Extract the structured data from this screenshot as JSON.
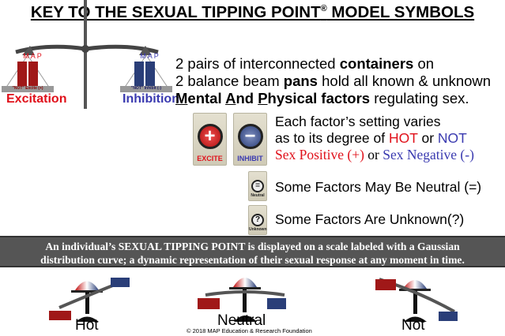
{
  "title": {
    "text": "KEY TO THE SEXUAL TIPPING POINT",
    "reg": "®",
    "rest": " MODEL SYMBOLS"
  },
  "top_scale": {
    "left_pan": {
      "brand": "MAP",
      "caption": "\"NOT\" Excite (+)",
      "label": "Excitation"
    },
    "right_pan": {
      "brand": "MAP",
      "caption": "\"NOT\" Inhibit (-)",
      "label": "Inhibition"
    }
  },
  "intro": {
    "l1a": "2 pairs of interconnected ",
    "l1b": "containers",
    "l1c": " on",
    "l2a": "2 balance beam ",
    "l2b": "pans",
    "l2c": " hold all known & unknown",
    "m": "M",
    "ental": "ental ",
    "a": "A",
    "nd": "nd ",
    "p": "P",
    "hysical": "hysical factors",
    "l3end": " regulating sex."
  },
  "switches": {
    "excite": {
      "symbol": "+",
      "label": "EXCITE"
    },
    "inhibit": {
      "symbol": "−",
      "label": "INHIBIT"
    },
    "neutral": {
      "symbol": "=",
      "label": "Neutral"
    },
    "unknown": {
      "symbol": "?",
      "label": "Unknown"
    }
  },
  "factors": {
    "l1": "Each factor’s setting varies",
    "l2a": "as to its degree of ",
    "hot": "HOT",
    "or": " or ",
    "not": "NOT",
    "pos": "Sex Positive (+)",
    "or2": " or ",
    "neg": "Sex Negative (-)"
  },
  "neutral_note": "Some Factors May Be Neutral (=)",
  "unknown_note": "Some Factors Are Unknown(?)",
  "banner": {
    "l1": "An individual’s SEXUAL TIPPING POINT is displayed on a scale labeled with a Gaussian",
    "l2": "distribution curve; a dynamic representation of their sexual response at any moment in time."
  },
  "states": [
    "Hot",
    "Neutral",
    "Not"
  ],
  "copyright": "© 2018 MAP Education & Research Foundation",
  "colors": {
    "excite": "#e0101a",
    "inhibit": "#3a3ab0",
    "banner": "#555555"
  }
}
